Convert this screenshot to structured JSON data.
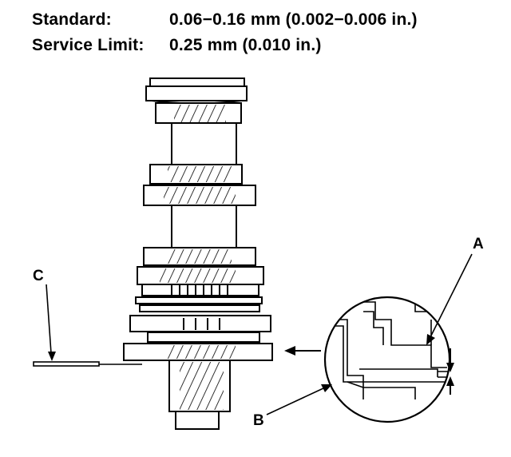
{
  "specs": {
    "standard_label": "Standard:",
    "standard_value": "0.06−0.16 mm (0.002−0.006 in.)",
    "limit_label": "Service Limit:",
    "limit_value": "0.25 mm (0.010 in.)"
  },
  "callouts": {
    "a": "A",
    "b": "B",
    "c": "C"
  },
  "colors": {
    "ink": "#000000",
    "paper": "#ffffff"
  }
}
